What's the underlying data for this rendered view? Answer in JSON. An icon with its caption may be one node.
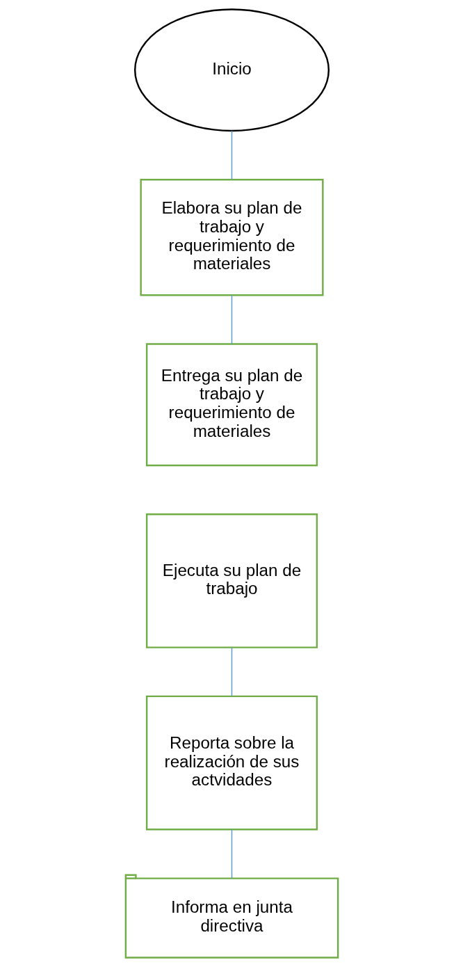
{
  "diagram": {
    "nodes": [
      {
        "text": [
          "Inicio"
        ]
      },
      {
        "text": [
          "Elabora su plan de trabajo y requerimiento de materiales"
        ]
      },
      {
        "text": [
          "Entrega su plan de trabajo y requerimiento de materiales"
        ]
      },
      {
        "text": [
          "Ejecuta su plan de trabajo"
        ]
      },
      {
        "text": [
          "Reporta sobre la realización de sus actvidades"
        ]
      },
      {
        "text": [
          "Informa en junta directiva"
        ]
      }
    ],
    "edges": [
      {
        "from": 0,
        "to": 1,
        "arrow": "none"
      },
      {
        "from": 1,
        "to": 2,
        "arrow": "none"
      },
      {
        "from": 3,
        "to": 4,
        "arrow": "none"
      },
      {
        "from": 4,
        "to": 5,
        "arrow": "none"
      }
    ]
  }
}
